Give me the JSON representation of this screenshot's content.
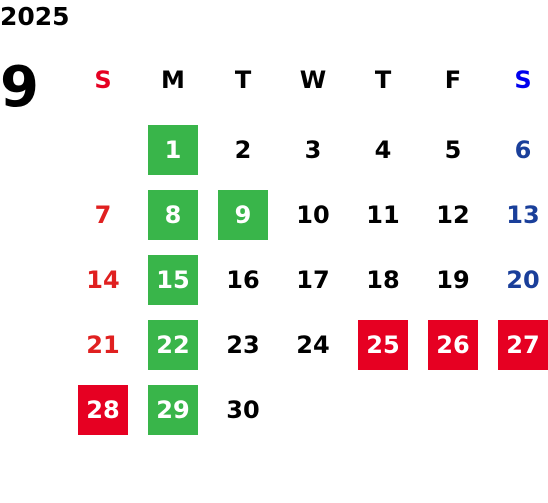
{
  "year": "2025",
  "month": "9",
  "weekdays": [
    {
      "label": "S",
      "color": "#e60022"
    },
    {
      "label": "M",
      "color": "#000000"
    },
    {
      "label": "T",
      "color": "#000000"
    },
    {
      "label": "W",
      "color": "#000000"
    },
    {
      "label": "T",
      "color": "#000000"
    },
    {
      "label": "F",
      "color": "#000000"
    },
    {
      "label": "S",
      "color": "#0000ee"
    }
  ],
  "start_weekday_index": 1,
  "days_in_month": 30,
  "green_days": [
    1,
    8,
    9,
    15,
    22,
    29
  ],
  "red_days": [
    25,
    26,
    27,
    28
  ],
  "colors": {
    "sunday": "#e02020",
    "saturday": "#1a3f9a",
    "green": "#39b54a",
    "red": "#e60022"
  }
}
